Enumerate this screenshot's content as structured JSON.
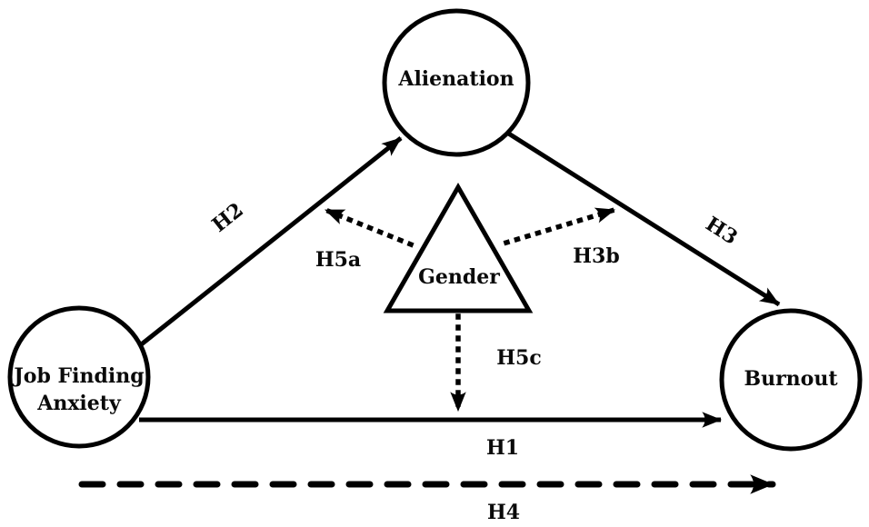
{
  "colors": {
    "ink": "#000000",
    "background": "#ffffff"
  },
  "nodes": {
    "alienation": {
      "shape": "circle",
      "label": "Alienation"
    },
    "job_finding_anxiety": {
      "shape": "circle",
      "label": "Job Finding Anxiety",
      "line1": "Job Finding",
      "line2": "Anxiety"
    },
    "burnout": {
      "shape": "circle",
      "label": "Burnout"
    },
    "gender": {
      "shape": "triangle",
      "label": "Gender"
    }
  },
  "edges": {
    "h1": {
      "label": "H1",
      "style": "solid",
      "from": "Job Finding Anxiety",
      "to": "Burnout"
    },
    "h2": {
      "label": "H2",
      "style": "solid",
      "from": "Job Finding Anxiety",
      "to": "Alienation"
    },
    "h3": {
      "label": "H3",
      "style": "solid",
      "from": "Alienation",
      "to": "Burnout"
    },
    "h4": {
      "label": "H4",
      "style": "dashed",
      "from": "Job Finding Anxiety",
      "to": "Burnout"
    },
    "h5a": {
      "label": "H5a",
      "style": "dotted",
      "from": "Gender",
      "to": "H2 path"
    },
    "h3b": {
      "label": "H3b",
      "style": "dotted",
      "from": "Gender",
      "to": "H3 path"
    },
    "h5c": {
      "label": "H5c",
      "style": "dotted",
      "from": "Gender",
      "to": "H1 path"
    }
  }
}
